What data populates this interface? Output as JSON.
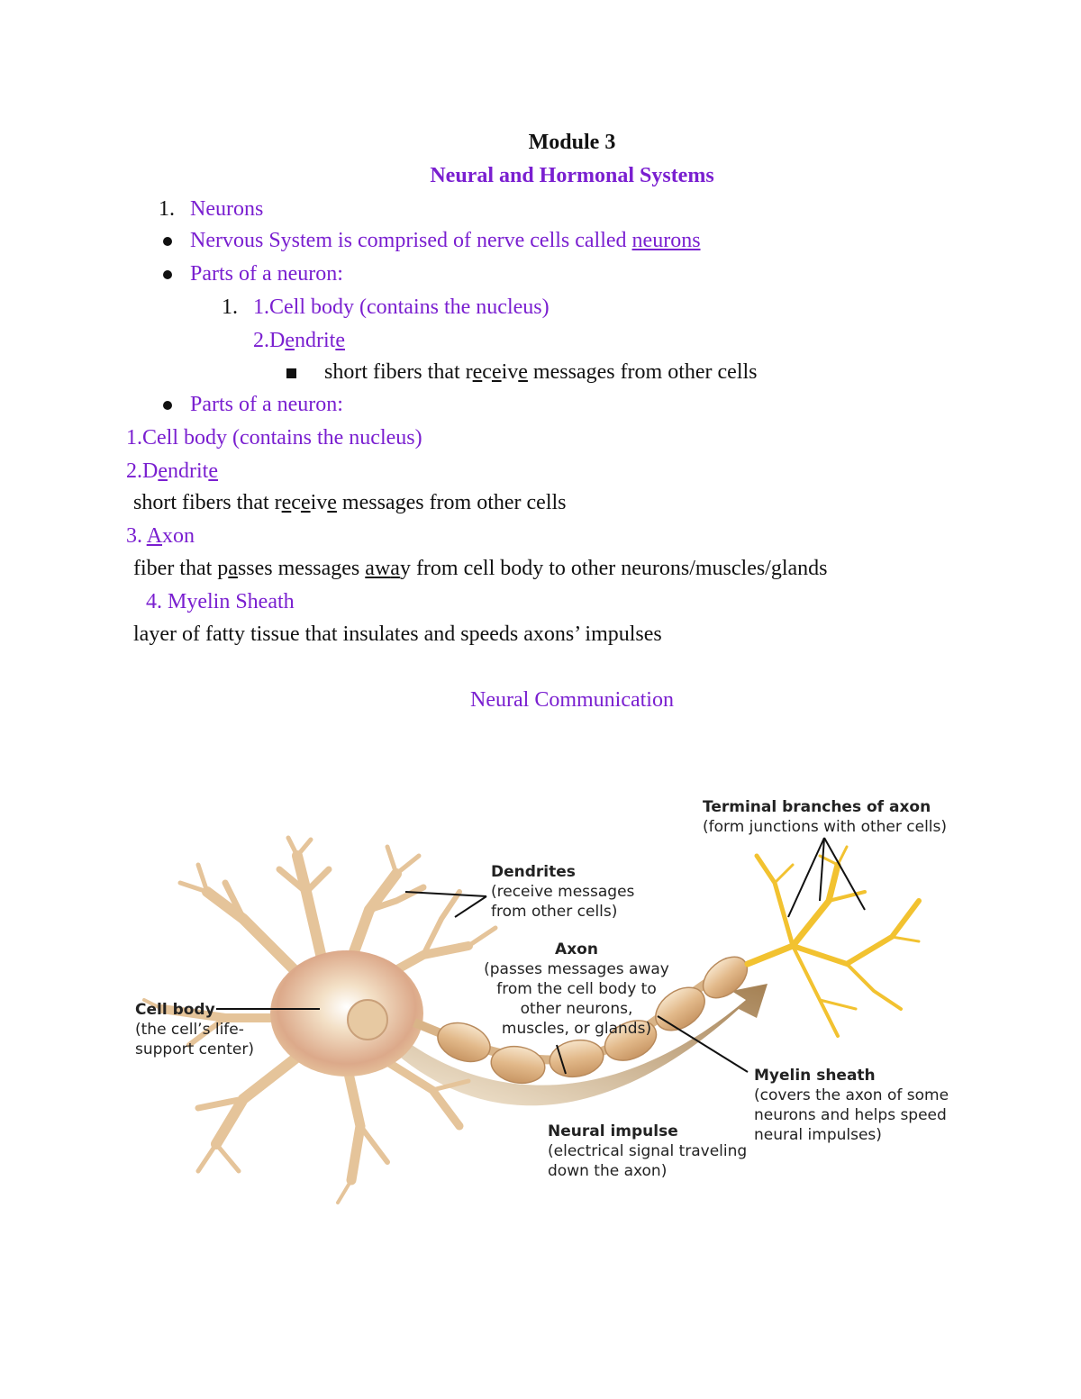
{
  "header": {
    "module": "Module 3",
    "title": "Neural and Hormonal Systems"
  },
  "outline": {
    "item1_num": "1.",
    "item1_label": "Neurons",
    "bullet1_pre": "Nervous System is comprised of nerve cells called ",
    "bullet1_link": "neurons",
    "bullet2": "Parts of a neuron:",
    "sub1_num": "1.",
    "sub1": "1.Cell body (contains the nucleus)",
    "sub2_pre": "2.D",
    "sub2_e1": "e",
    "sub2_mid": "ndrit",
    "sub2_e2": "e",
    "subsub_a": "short fibers that r",
    "subsub_b": "e",
    "subsub_c": "c",
    "subsub_d": "e",
    "subsub_e": "iv",
    "subsub_f": "e",
    "subsub_g": " messages from other cells",
    "bullet3": "Parts of a neuron:"
  },
  "body": {
    "cell_body": "1.Cell body (contains the nucleus)",
    "dendrite_pre": "2.D",
    "dendrite_e1": "e",
    "dendrite_mid": "ndrit",
    "dendrite_e2": "e",
    "dendrite_def_a": "short fibers that r",
    "dendrite_def_b": "e",
    "dendrite_def_c": "c",
    "dendrite_def_d": "e",
    "dendrite_def_e": "iv",
    "dendrite_def_f": "e",
    "dendrite_def_g": " messages from other cells",
    "axon_pre": "3. ",
    "axon_u": "A",
    "axon_rest": "xon",
    "axon_def_a": "fiber that p",
    "axon_def_b": "a",
    "axon_def_c": "sses messages ",
    "axon_def_d": "a",
    "axon_def_e": "w",
    "axon_def_f": "a",
    "axon_def_g": "y from cell body to other neurons/muscles/glands",
    "myelin": "4. Myelin Sheath",
    "myelin_def": "layer of fatty tissue that insulates and speeds axons’ impulses"
  },
  "section_title": "Neural Communication",
  "diagram": {
    "terminal_title": "Terminal branches of axon",
    "terminal_desc": "(form junctions with other cells)",
    "dendrites_title": "Dendrites",
    "dendrites_desc1": "(receive messages",
    "dendrites_desc2": "from other cells)",
    "axon_title": "Axon",
    "axon_desc1": "(passes messages away",
    "axon_desc2": "from the cell body to",
    "axon_desc3": "other neurons,",
    "axon_desc4": "muscles, or glands)",
    "cellbody_title": "Cell body",
    "cellbody_desc1": "(the cell’s life-",
    "cellbody_desc2": "support center)",
    "myelin_title": "Myelin sheath",
    "myelin_desc1": "(covers the axon of some",
    "myelin_desc2": "neurons and helps speed",
    "myelin_desc3": "neural impulses)",
    "impulse_title": "Neural impulse",
    "impulse_desc1": "(electrical signal traveling",
    "impulse_desc2": "down the axon)"
  },
  "colors": {
    "accent_purple": "#7a1fd0",
    "neuron_tan": "#e8c9a0",
    "terminal_yellow": "#f2c230",
    "impulse_brown": "#b08a55"
  }
}
